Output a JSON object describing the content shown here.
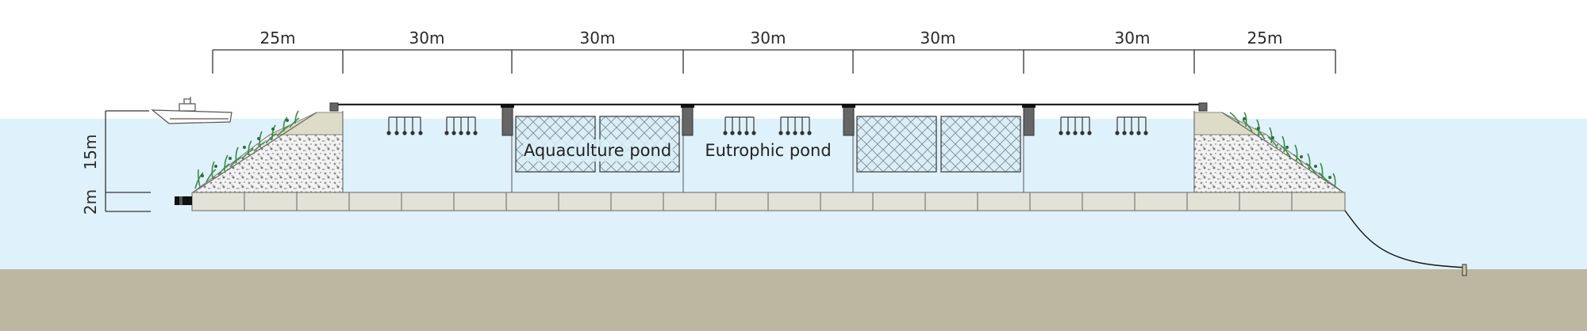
{
  "dimensions": {
    "spans": [
      "25m",
      "30m",
      "30m",
      "30m",
      "30m",
      "30m",
      "25m"
    ],
    "depth_water": "15m",
    "depth_base": "2m"
  },
  "labels": {
    "aquaculture": "Aquaculture pond",
    "eutrophic": "Eutrophic pond"
  },
  "colors": {
    "water": "#dff1fb",
    "seabed": "#bdb7a1",
    "concrete": "#e3e2d6",
    "gabion": "#efefef",
    "vegetation": "#3f8a4a"
  }
}
